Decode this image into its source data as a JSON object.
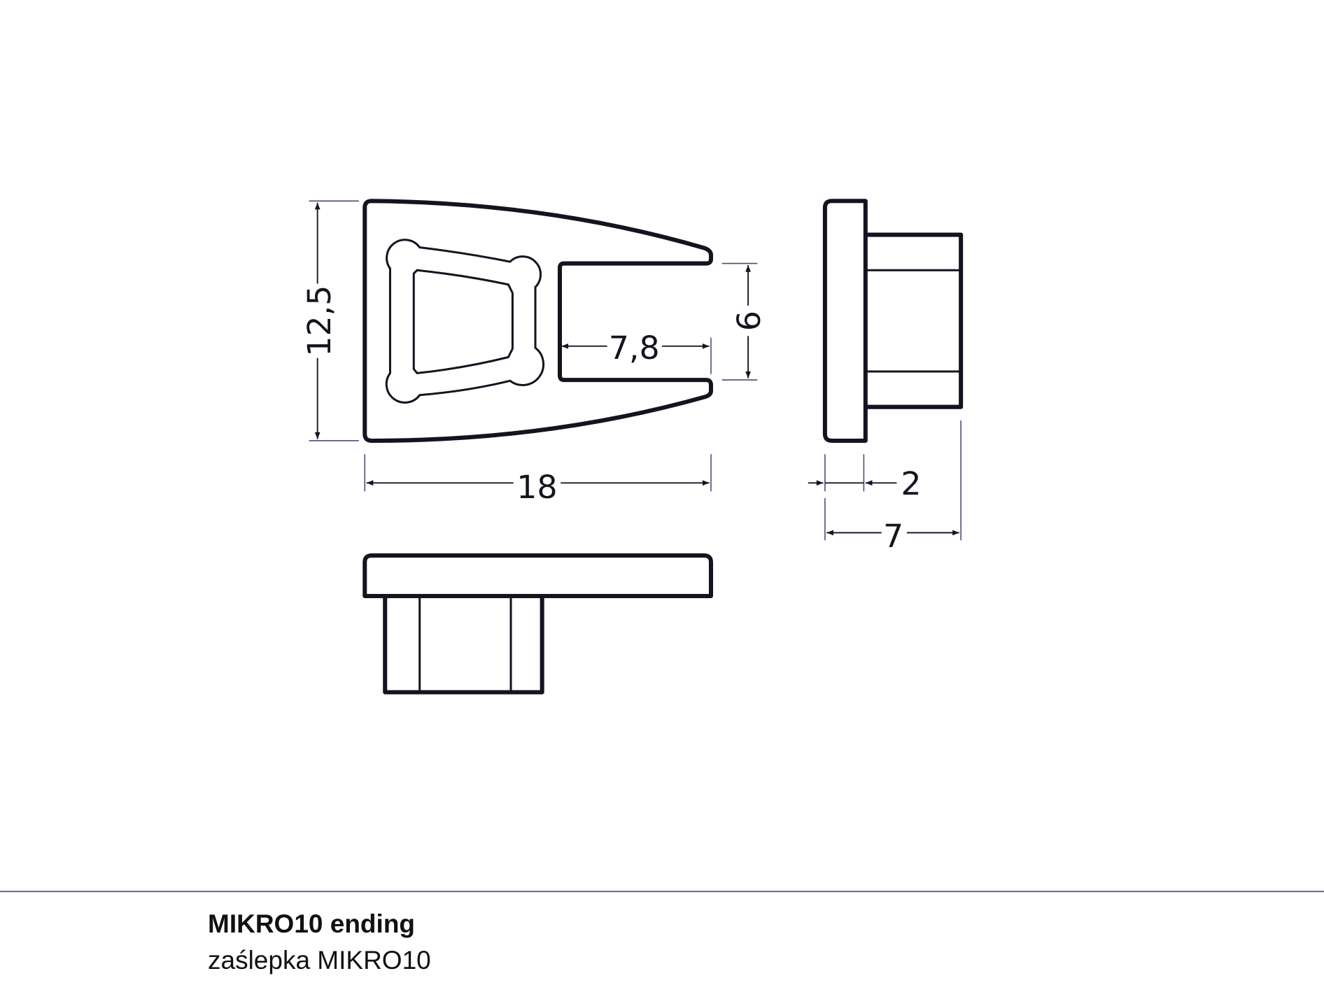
{
  "dimensions": {
    "height": "12,5",
    "width": "18",
    "slot_depth": "7,8",
    "slot_width": "6",
    "plate_thickness": "2",
    "total_depth": "7"
  },
  "caption": {
    "title": "MIKRO10 ending",
    "subtitle": "zaślepka MIKRO10"
  },
  "colors": {
    "line": "#141420",
    "divider": "#5a5a80"
  }
}
